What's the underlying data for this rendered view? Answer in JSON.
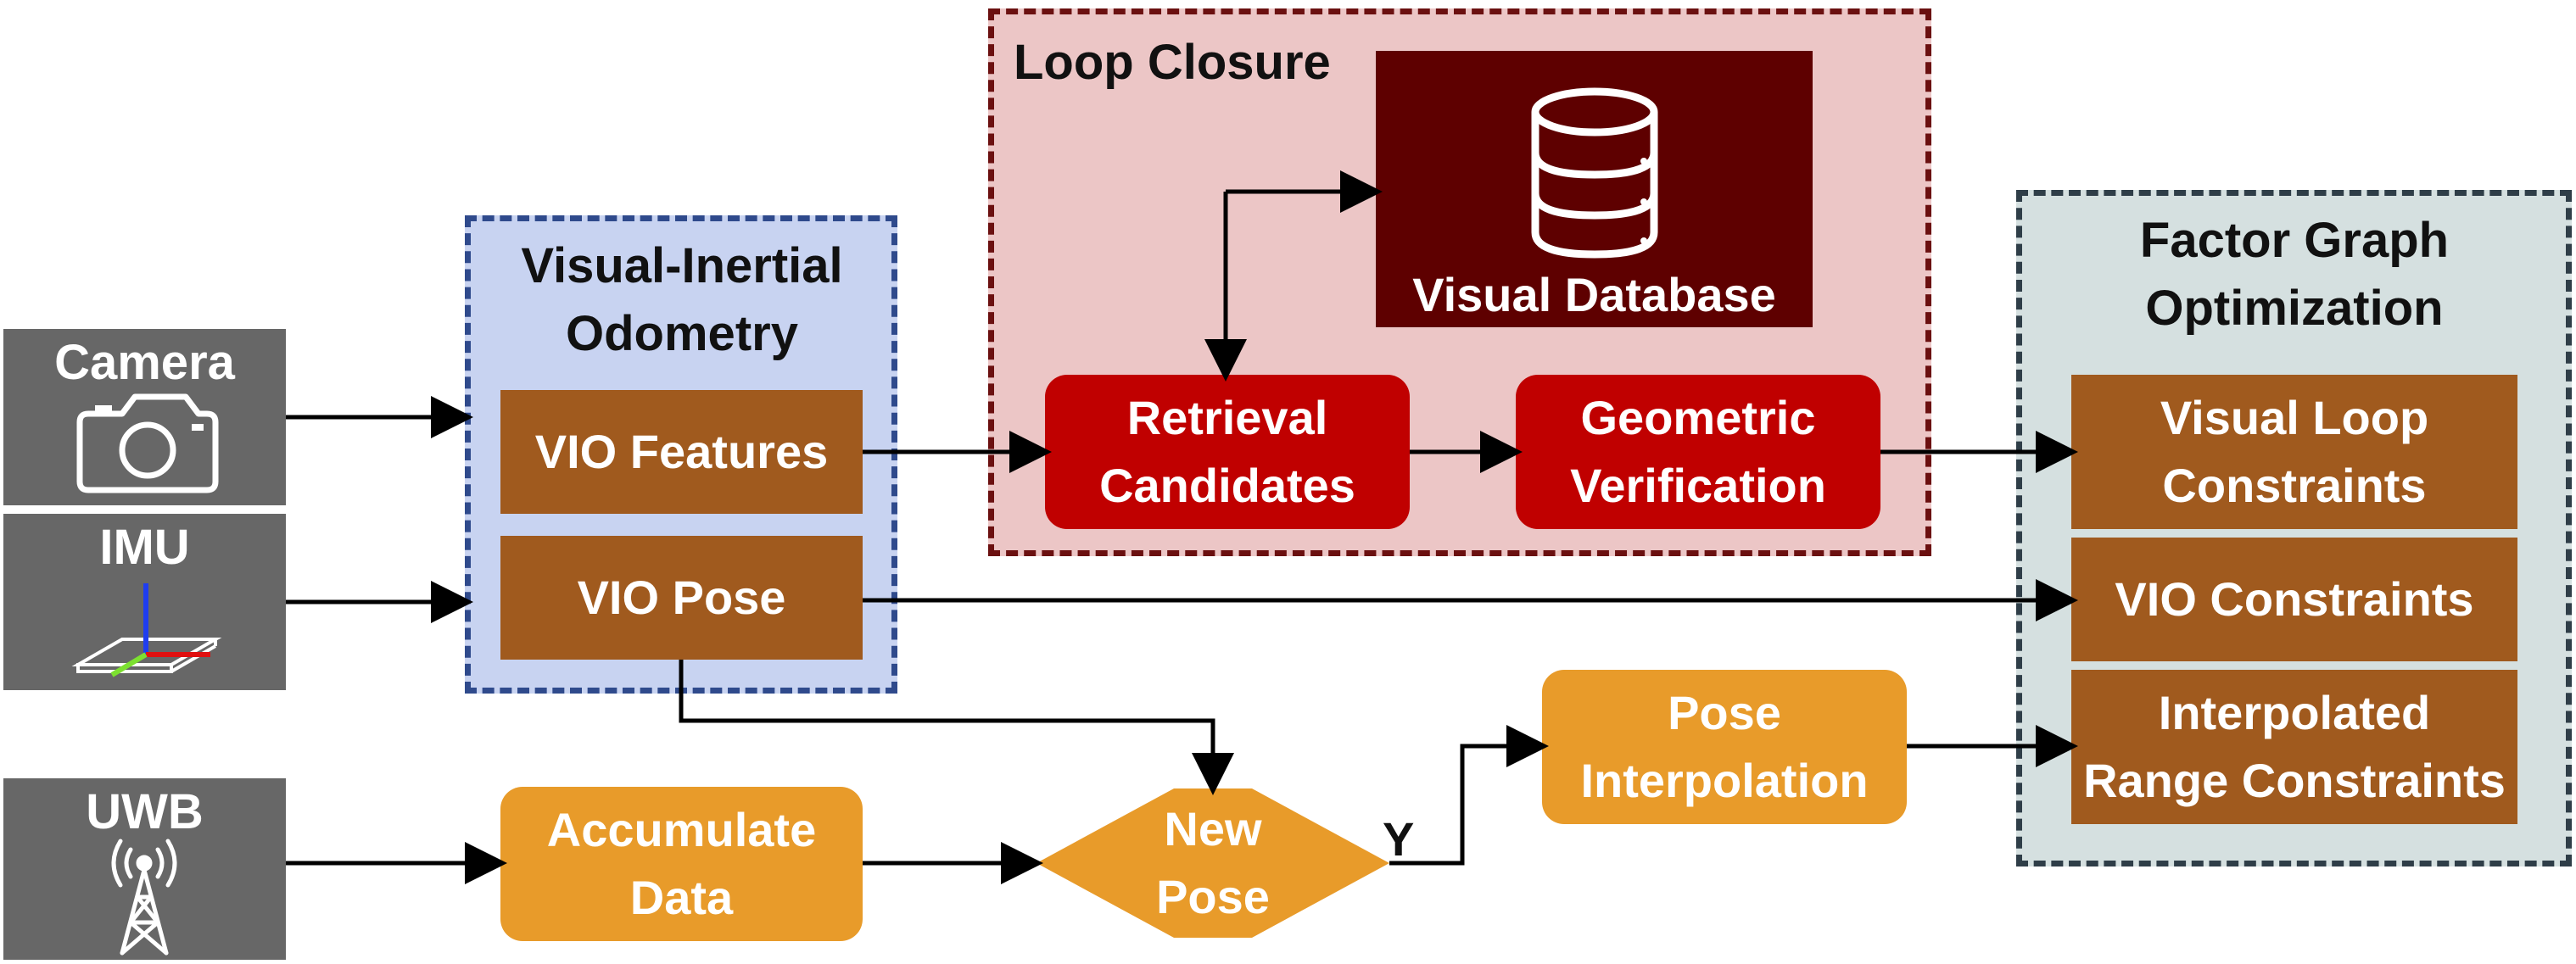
{
  "sensors": {
    "camera": "Camera",
    "imu": "IMU",
    "uwb": "UWB"
  },
  "vio_group": {
    "title_line1": "Visual-Inertial",
    "title_line2": "Odometry",
    "features": "VIO Features",
    "pose": "VIO Pose"
  },
  "loop_group": {
    "title": "Loop Closure",
    "database": "Visual Database",
    "retrieval_line1": "Retrieval",
    "retrieval_line2": "Candidates",
    "geometric_line1": "Geometric",
    "geometric_line2": "Verification"
  },
  "factor_group": {
    "title_line1": "Factor Graph",
    "title_line2": "Optimization",
    "visual_loop_line1": "Visual Loop",
    "visual_loop_line2": "Constraints",
    "vio_constraints": "VIO Constraints",
    "range_line1": "Interpolated",
    "range_line2": "Range Constraints"
  },
  "uwb_path": {
    "accumulate_line1": "Accumulate",
    "accumulate_line2": "Data",
    "decision_line1": "New",
    "decision_line2": "Pose",
    "yes_label": "Y",
    "interp_line1": "Pose",
    "interp_line2": "Interpolation"
  },
  "colors": {
    "vio_bg": "#c8d3f1",
    "vio_border": "#2f4a8c",
    "loop_bg": "#ecc6c6",
    "loop_border": "#6b1010",
    "factor_bg": "#d5e0e0",
    "factor_border": "#2f3e48",
    "brown_box": "#a05a1e",
    "red_box": "#c00000",
    "orange_box": "#e89b2a",
    "database_bg": "#5e0000",
    "sensor_bg": "#676767"
  }
}
